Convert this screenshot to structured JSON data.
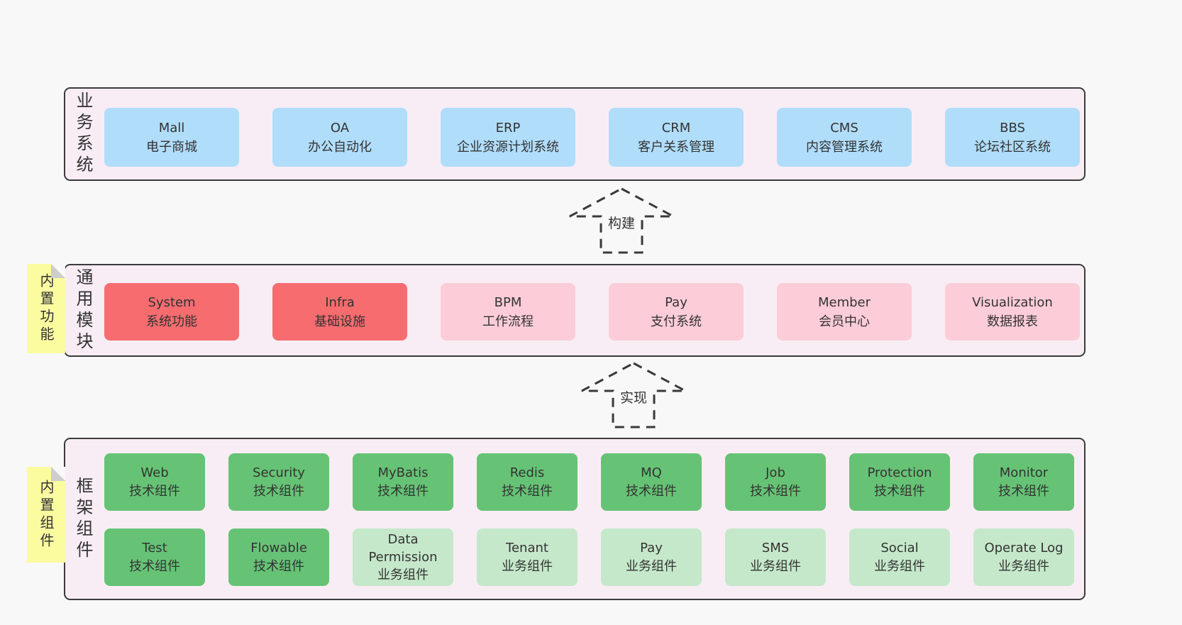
{
  "layers": [
    {
      "label": "业务系统",
      "boxes": [
        {
          "en": "Mall",
          "zh": "电子商城"
        },
        {
          "en": "OA",
          "zh": "办公自动化"
        },
        {
          "en": "ERP",
          "zh": "企业资源计划系统"
        },
        {
          "en": "CRM",
          "zh": "客户关系管理"
        },
        {
          "en": "CMS",
          "zh": "内容管理系统"
        },
        {
          "en": "BBS",
          "zh": "论坛社区系统"
        }
      ]
    },
    {
      "label": "通用模块",
      "note": "内置功能",
      "boxes": [
        {
          "en": "System",
          "zh": "系统功能"
        },
        {
          "en": "Infra",
          "zh": "基础设施"
        },
        {
          "en": "BPM",
          "zh": "工作流程"
        },
        {
          "en": "Pay",
          "zh": "支付系统"
        },
        {
          "en": "Member",
          "zh": "会员中心"
        },
        {
          "en": "Visualization",
          "zh": "数据报表"
        }
      ]
    },
    {
      "label": "框架组件",
      "note": "内置组件",
      "rows": [
        {
          "boxes": [
            {
              "en": "Web",
              "zh": "技术组件"
            },
            {
              "en": "Security",
              "zh": "技术组件"
            },
            {
              "en": "MyBatis",
              "zh": "技术组件"
            },
            {
              "en": "Redis",
              "zh": "技术组件"
            },
            {
              "en": "MQ",
              "zh": "技术组件"
            },
            {
              "en": "Job",
              "zh": "技术组件"
            },
            {
              "en": "Protection",
              "zh": "技术组件"
            },
            {
              "en": "Monitor",
              "zh": "技术组件"
            }
          ]
        },
        {
          "boxes": [
            {
              "en": "Test",
              "zh": "技术组件"
            },
            {
              "en": "Flowable",
              "zh": "技术组件"
            },
            {
              "en": "Data Permission",
              "zh": "业务组件"
            },
            {
              "en": "Tenant",
              "zh": "业务组件"
            },
            {
              "en": "Pay",
              "zh": "业务组件"
            },
            {
              "en": "SMS",
              "zh": "业务组件"
            },
            {
              "en": "Social",
              "zh": "业务组件"
            },
            {
              "en": "Operate Log",
              "zh": "业务组件"
            }
          ]
        }
      ]
    }
  ],
  "arrows": [
    {
      "label": "构建"
    },
    {
      "label": "实现"
    }
  ],
  "colors": {
    "page_bg": "#f8f8f8",
    "layer_bg": "#f8edf5",
    "layer_border": "#3b3b3b",
    "business_blue": "#b0ddfa",
    "core_red": "#f66c6f",
    "module_pink": "#fccdd8",
    "tech_green": "#66c375",
    "biz_light_green": "#c5e8ca",
    "note_yellow": "#fbfba0",
    "text": "#333333"
  }
}
